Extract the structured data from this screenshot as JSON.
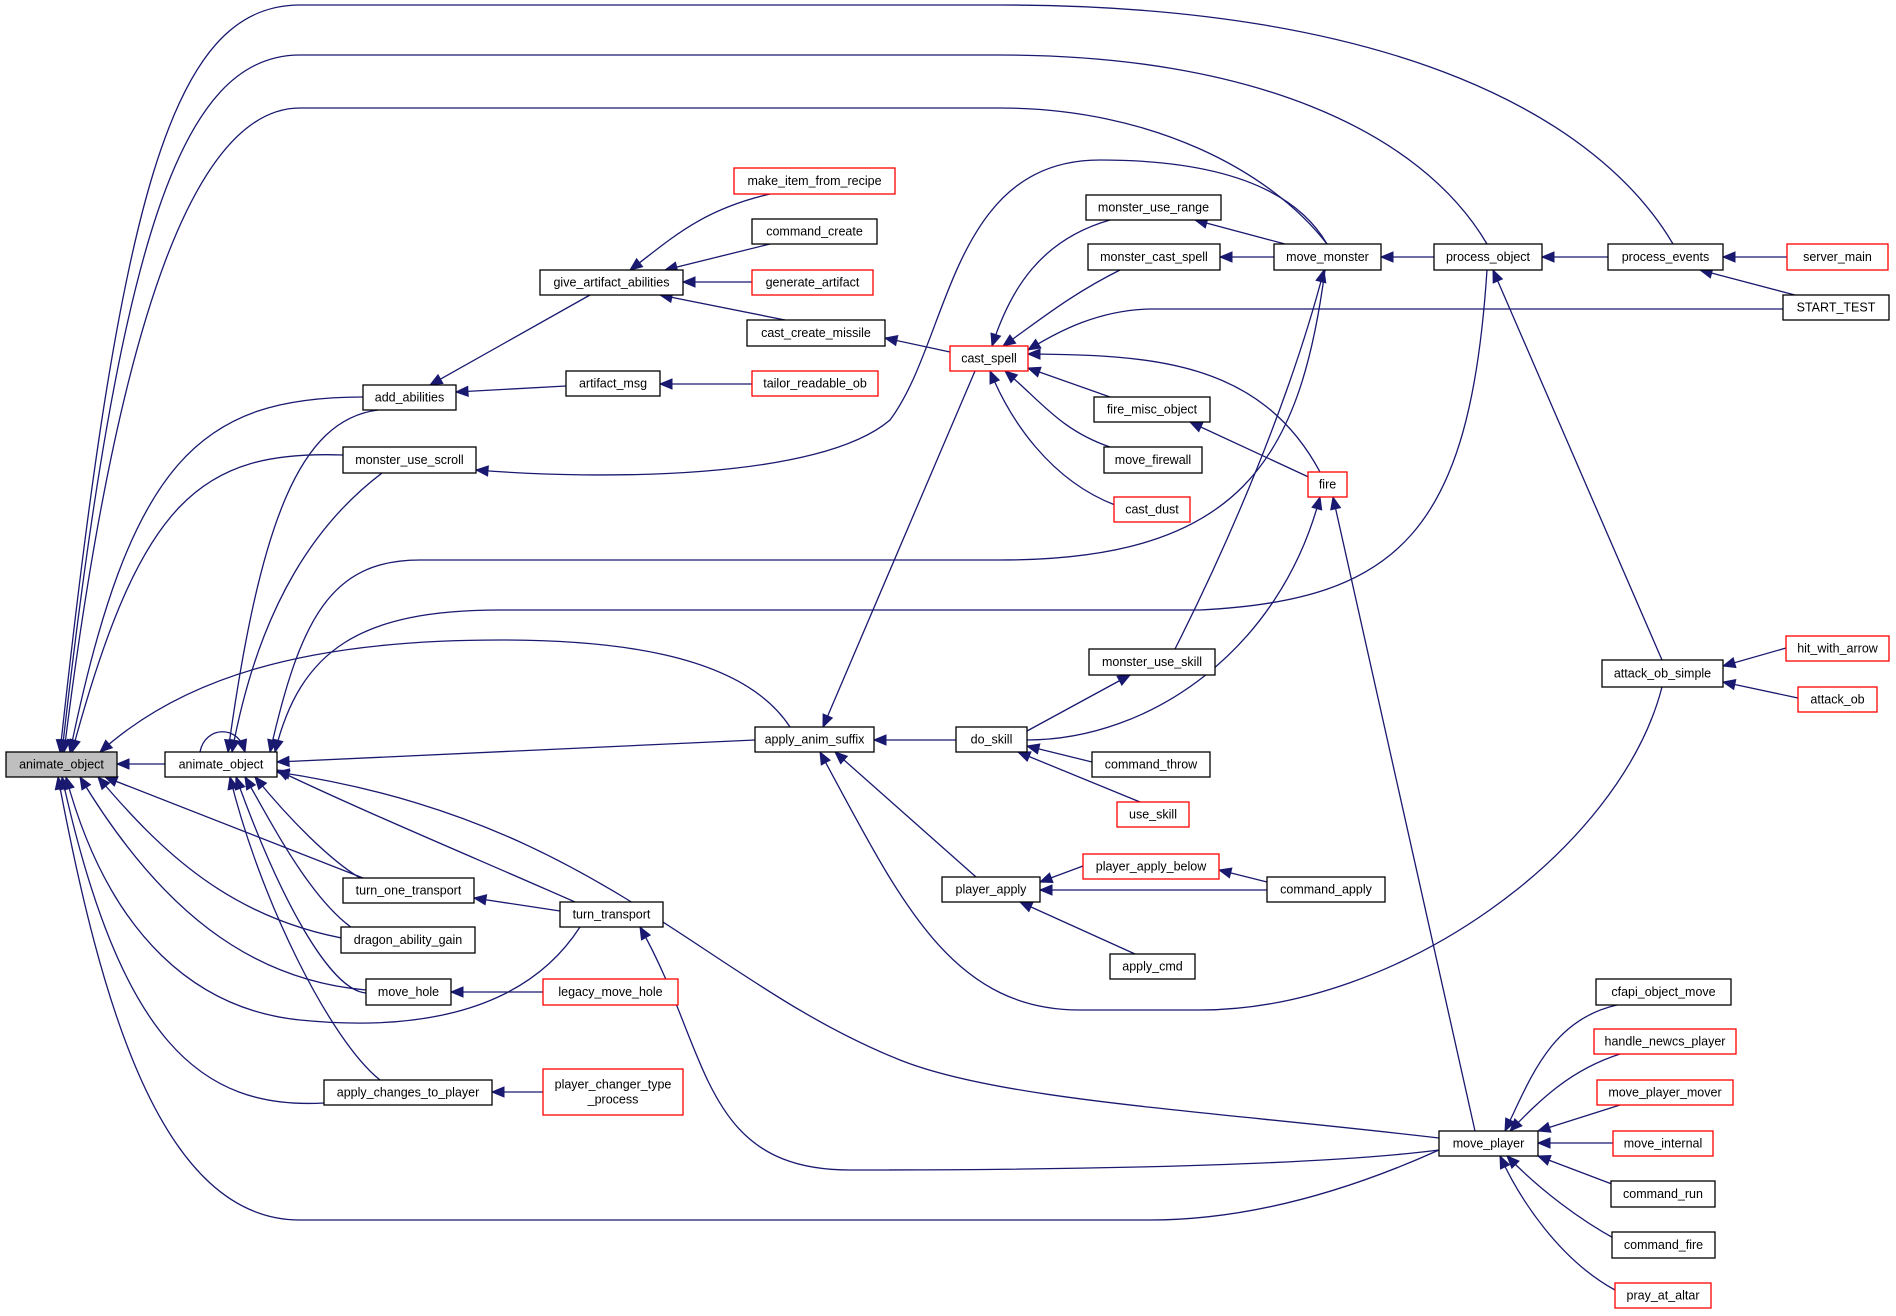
{
  "title": "animate_object caller graph",
  "colors": {
    "edge": "#191970",
    "root_fill": "#bfbfbf",
    "node_border": "#000000",
    "truncated_border": "#ff0000"
  },
  "nodes": [
    {
      "id": "animate_object_root",
      "label": "animate_object",
      "style": "root"
    },
    {
      "id": "animate_object",
      "label": "animate_object",
      "style": "normal"
    },
    {
      "id": "give_artifact_abilities",
      "label": "give_artifact_abilities",
      "style": "normal"
    },
    {
      "id": "make_item_from_recipe",
      "label": "make_item_from_recipe",
      "style": "trunc"
    },
    {
      "id": "command_create",
      "label": "command_create",
      "style": "normal"
    },
    {
      "id": "generate_artifact",
      "label": "generate_artifact",
      "style": "trunc"
    },
    {
      "id": "cast_create_missile",
      "label": "cast_create_missile",
      "style": "normal"
    },
    {
      "id": "add_abilities",
      "label": "add_abilities",
      "style": "normal"
    },
    {
      "id": "artifact_msg",
      "label": "artifact_msg",
      "style": "normal"
    },
    {
      "id": "tailor_readable_ob",
      "label": "tailor_readable_ob",
      "style": "trunc"
    },
    {
      "id": "monster_use_scroll",
      "label": "monster_use_scroll",
      "style": "normal"
    },
    {
      "id": "monster_use_range",
      "label": "monster_use_range",
      "style": "normal"
    },
    {
      "id": "monster_cast_spell",
      "label": "monster_cast_spell",
      "style": "normal"
    },
    {
      "id": "move_monster",
      "label": "move_monster",
      "style": "normal"
    },
    {
      "id": "process_object",
      "label": "process_object",
      "style": "normal"
    },
    {
      "id": "process_events",
      "label": "process_events",
      "style": "normal"
    },
    {
      "id": "server_main",
      "label": "server_main",
      "style": "trunc"
    },
    {
      "id": "START_TEST",
      "label": "START_TEST",
      "style": "normal"
    },
    {
      "id": "cast_spell",
      "label": "cast_spell",
      "style": "trunc"
    },
    {
      "id": "fire_misc_object",
      "label": "fire_misc_object",
      "style": "normal"
    },
    {
      "id": "move_firewall",
      "label": "move_firewall",
      "style": "normal"
    },
    {
      "id": "cast_dust",
      "label": "cast_dust",
      "style": "trunc"
    },
    {
      "id": "fire",
      "label": "fire",
      "style": "trunc"
    },
    {
      "id": "monster_use_skill",
      "label": "monster_use_skill",
      "style": "normal"
    },
    {
      "id": "apply_anim_suffix",
      "label": "apply_anim_suffix",
      "style": "normal"
    },
    {
      "id": "do_skill",
      "label": "do_skill",
      "style": "normal"
    },
    {
      "id": "command_throw",
      "label": "command_throw",
      "style": "normal"
    },
    {
      "id": "use_skill",
      "label": "use_skill",
      "style": "trunc"
    },
    {
      "id": "attack_ob_simple",
      "label": "attack_ob_simple",
      "style": "normal"
    },
    {
      "id": "hit_with_arrow",
      "label": "hit_with_arrow",
      "style": "trunc"
    },
    {
      "id": "attack_ob",
      "label": "attack_ob",
      "style": "trunc"
    },
    {
      "id": "player_apply",
      "label": "player_apply",
      "style": "normal"
    },
    {
      "id": "player_apply_below",
      "label": "player_apply_below",
      "style": "trunc"
    },
    {
      "id": "command_apply",
      "label": "command_apply",
      "style": "normal"
    },
    {
      "id": "apply_cmd",
      "label": "apply_cmd",
      "style": "normal"
    },
    {
      "id": "turn_one_transport",
      "label": "turn_one_transport",
      "style": "normal"
    },
    {
      "id": "turn_transport",
      "label": "turn_transport",
      "style": "normal"
    },
    {
      "id": "dragon_ability_gain",
      "label": "dragon_ability_gain",
      "style": "normal"
    },
    {
      "id": "move_hole",
      "label": "move_hole",
      "style": "normal"
    },
    {
      "id": "legacy_move_hole",
      "label": "legacy_move_hole",
      "style": "trunc"
    },
    {
      "id": "apply_changes_to_player",
      "label": "apply_changes_to_player",
      "style": "normal"
    },
    {
      "id": "player_changer_type_process",
      "label": "player_changer_type\n_process",
      "style": "trunc"
    },
    {
      "id": "cfapi_object_move",
      "label": "cfapi_object_move",
      "style": "normal"
    },
    {
      "id": "handle_newcs_player",
      "label": "handle_newcs_player",
      "style": "trunc"
    },
    {
      "id": "move_player_mover",
      "label": "move_player_mover",
      "style": "trunc"
    },
    {
      "id": "move_internal",
      "label": "move_internal",
      "style": "trunc"
    },
    {
      "id": "move_player",
      "label": "move_player",
      "style": "normal"
    },
    {
      "id": "command_run",
      "label": "command_run",
      "style": "normal"
    },
    {
      "id": "command_fire",
      "label": "command_fire",
      "style": "normal"
    },
    {
      "id": "pray_at_altar",
      "label": "pray_at_altar",
      "style": "trunc"
    }
  ],
  "edges": [
    {
      "from": "animate_object",
      "to": "animate_object_root"
    },
    {
      "from": "animate_object",
      "to": "animate_object"
    },
    {
      "from": "add_abilities",
      "to": "animate_object_root"
    },
    {
      "from": "add_abilities",
      "to": "animate_object"
    },
    {
      "from": "monster_use_scroll",
      "to": "animate_object_root"
    },
    {
      "from": "monster_use_scroll",
      "to": "animate_object"
    },
    {
      "from": "turn_one_transport",
      "to": "animate_object_root"
    },
    {
      "from": "turn_one_transport",
      "to": "animate_object"
    },
    {
      "from": "dragon_ability_gain",
      "to": "animate_object_root"
    },
    {
      "from": "dragon_ability_gain",
      "to": "animate_object"
    },
    {
      "from": "move_hole",
      "to": "animate_object_root"
    },
    {
      "from": "move_hole",
      "to": "animate_object"
    },
    {
      "from": "apply_changes_to_player",
      "to": "animate_object_root"
    },
    {
      "from": "apply_changes_to_player",
      "to": "animate_object"
    },
    {
      "from": "turn_transport",
      "to": "animate_object_root"
    },
    {
      "from": "turn_transport",
      "to": "animate_object"
    },
    {
      "from": "apply_anim_suffix",
      "to": "animate_object_root"
    },
    {
      "from": "apply_anim_suffix",
      "to": "animate_object"
    },
    {
      "from": "move_monster",
      "to": "animate_object_root"
    },
    {
      "from": "move_monster",
      "to": "animate_object"
    },
    {
      "from": "process_object",
      "to": "animate_object_root"
    },
    {
      "from": "process_object",
      "to": "animate_object"
    },
    {
      "from": "process_events",
      "to": "animate_object_root"
    },
    {
      "from": "move_player",
      "to": "animate_object_root"
    },
    {
      "from": "move_player",
      "to": "animate_object"
    },
    {
      "from": "give_artifact_abilities",
      "to": "add_abilities"
    },
    {
      "from": "artifact_msg",
      "to": "add_abilities"
    },
    {
      "from": "make_item_from_recipe",
      "to": "give_artifact_abilities"
    },
    {
      "from": "command_create",
      "to": "give_artifact_abilities"
    },
    {
      "from": "generate_artifact",
      "to": "give_artifact_abilities"
    },
    {
      "from": "cast_create_missile",
      "to": "give_artifact_abilities"
    },
    {
      "from": "tailor_readable_ob",
      "to": "artifact_msg"
    },
    {
      "from": "cast_spell",
      "to": "cast_create_missile"
    },
    {
      "from": "move_monster",
      "to": "monster_use_scroll"
    },
    {
      "from": "monster_use_range",
      "to": "cast_spell"
    },
    {
      "from": "monster_cast_spell",
      "to": "cast_spell"
    },
    {
      "from": "fire_misc_object",
      "to": "cast_spell"
    },
    {
      "from": "move_firewall",
      "to": "cast_spell"
    },
    {
      "from": "cast_dust",
      "to": "cast_spell"
    },
    {
      "from": "fire",
      "to": "cast_spell"
    },
    {
      "from": "START_TEST",
      "to": "cast_spell"
    },
    {
      "from": "cast_spell",
      "to": "apply_anim_suffix"
    },
    {
      "from": "move_monster",
      "to": "monster_use_range"
    },
    {
      "from": "move_monster",
      "to": "monster_cast_spell"
    },
    {
      "from": "process_object",
      "to": "move_monster"
    },
    {
      "from": "monster_use_skill",
      "to": "move_monster"
    },
    {
      "from": "process_events",
      "to": "process_object"
    },
    {
      "from": "server_main",
      "to": "process_events"
    },
    {
      "from": "START_TEST",
      "to": "process_events"
    },
    {
      "from": "fire",
      "to": "fire_misc_object"
    },
    {
      "from": "move_player",
      "to": "fire"
    },
    {
      "from": "do_skill",
      "to": "fire"
    },
    {
      "from": "do_skill",
      "to": "monster_use_skill"
    },
    {
      "from": "do_skill",
      "to": "apply_anim_suffix"
    },
    {
      "from": "command_throw",
      "to": "do_skill"
    },
    {
      "from": "use_skill",
      "to": "do_skill"
    },
    {
      "from": "player_apply",
      "to": "apply_anim_suffix"
    },
    {
      "from": "attack_ob_simple",
      "to": "apply_anim_suffix"
    },
    {
      "from": "attack_ob_simple",
      "to": "process_object"
    },
    {
      "from": "hit_with_arrow",
      "to": "attack_ob_simple"
    },
    {
      "from": "attack_ob",
      "to": "attack_ob_simple"
    },
    {
      "from": "player_apply_below",
      "to": "player_apply"
    },
    {
      "from": "command_apply",
      "to": "player_apply"
    },
    {
      "from": "command_apply",
      "to": "player_apply_below"
    },
    {
      "from": "apply_cmd",
      "to": "player_apply"
    },
    {
      "from": "turn_transport",
      "to": "turn_one_transport"
    },
    {
      "from": "move_player",
      "to": "turn_transport"
    },
    {
      "from": "legacy_move_hole",
      "to": "move_hole"
    },
    {
      "from": "player_changer_type_process",
      "to": "apply_changes_to_player"
    },
    {
      "from": "cfapi_object_move",
      "to": "move_player"
    },
    {
      "from": "handle_newcs_player",
      "to": "move_player"
    },
    {
      "from": "move_player_mover",
      "to": "move_player"
    },
    {
      "from": "move_internal",
      "to": "move_player"
    },
    {
      "from": "command_run",
      "to": "move_player"
    },
    {
      "from": "command_fire",
      "to": "move_player"
    },
    {
      "from": "pray_at_altar",
      "to": "move_player"
    }
  ]
}
